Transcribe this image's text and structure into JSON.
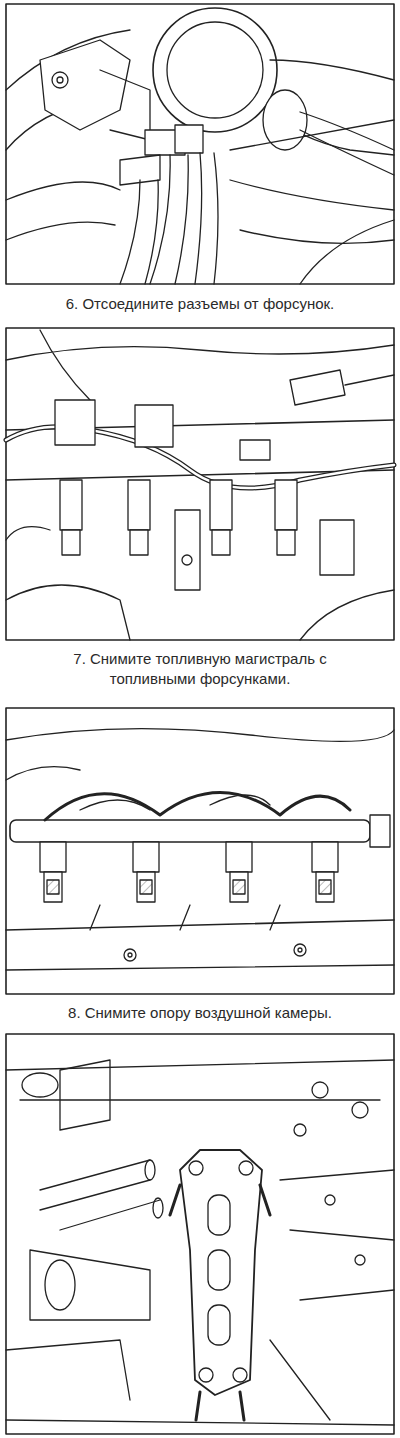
{
  "diagram": {
    "labels": [
      "6. Отсоедините разъемы от форсунок.",
      "7. Снимите топливную магистраль с топливными форсунками.",
      "8. Снимите опору воздушной камеры."
    ]
  }
}
